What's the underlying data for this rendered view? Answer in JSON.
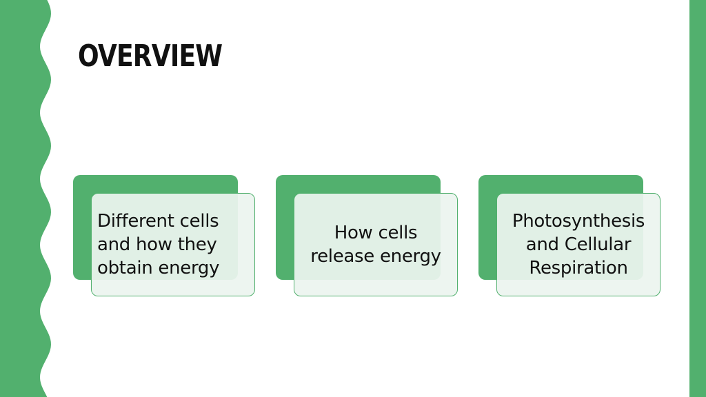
{
  "slide": {
    "title": "OVERVIEW",
    "colors": {
      "accent": "#52B06E",
      "background": "#FFFFFF",
      "card_fill": "#ECF4EF",
      "text": "#111111"
    }
  },
  "cards": [
    {
      "text": "Different cells and how they obtain energy"
    },
    {
      "text": "How cells release energy"
    },
    {
      "text": "Photosynthesis and Cellular Respiration"
    }
  ]
}
